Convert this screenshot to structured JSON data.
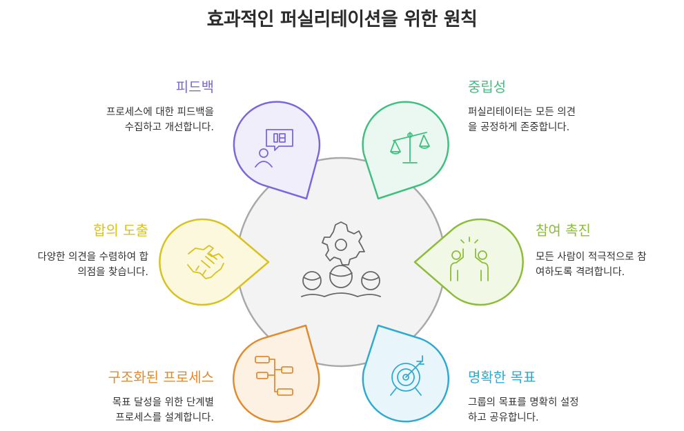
{
  "title": "효과적인 퍼실리테이션을 위한 원칙",
  "colors": {
    "feedback": "#7b66dc",
    "neutral": "#3fbf7f",
    "participation": "#8cbc3a",
    "goals": "#2eaad1",
    "structured": "#e08b2e",
    "consensus": "#d9c21f",
    "hub": "#f3f3f3"
  },
  "items": {
    "feedback": {
      "label": "피드백",
      "desc1": "프로세스에 대한 피드백을",
      "desc2": "수집하고 개선합니다.",
      "icon": "feedback-speech-icon"
    },
    "neutral": {
      "label": "중립성",
      "desc1": "퍼실리테이터는 모든 의견",
      "desc2": "을 공정하게 존중합니다.",
      "icon": "balance-scale-icon"
    },
    "participation": {
      "label": "참여 촉진",
      "desc1": "모든 사람이 적극적으로 참",
      "desc2": "여하도록 격려합니다.",
      "icon": "high-five-icon"
    },
    "goals": {
      "label": "명확한 목표",
      "desc1": "그룹의 목표를 명확히 설정",
      "desc2": "하고 공유합니다.",
      "icon": "target-icon"
    },
    "structured": {
      "label": "구조화된 프로세스",
      "desc1": "목표 달성을 위한 단계별",
      "desc2": "프로세스를 설계합니다.",
      "icon": "flowchart-icon"
    },
    "consensus": {
      "label": "합의 도출",
      "desc1": "다양한 의견을 수렴하여 합",
      "desc2": "의점을 찾습니다.",
      "icon": "handshake-icon"
    }
  },
  "hub_icon": "team-gear-icon"
}
